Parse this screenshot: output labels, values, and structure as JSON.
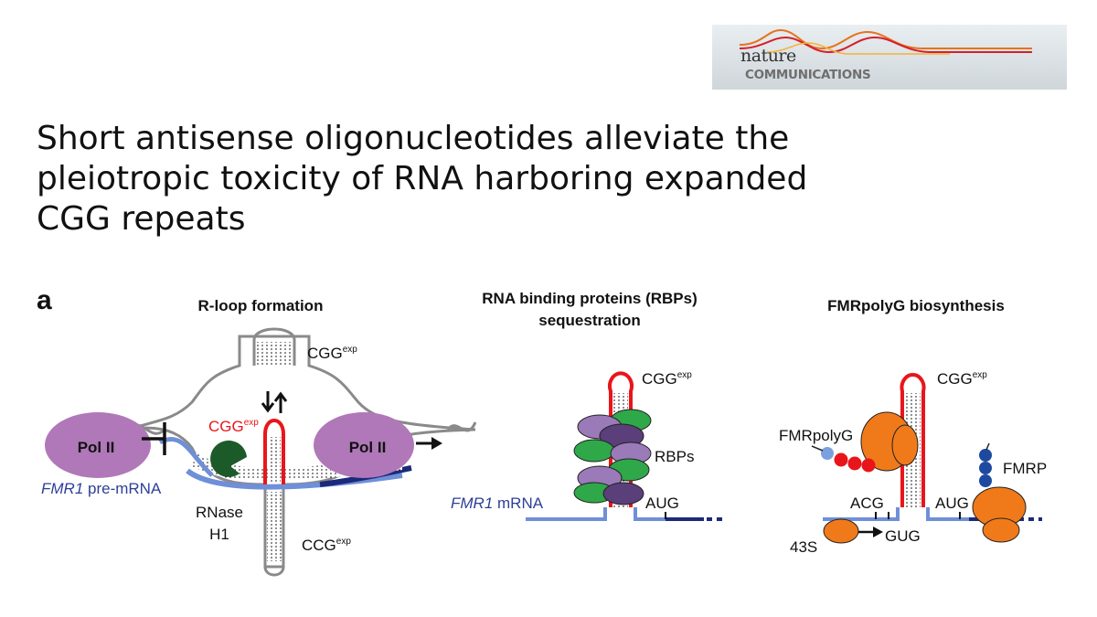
{
  "logo": {
    "line1": "nature",
    "line2": "COMMUNICATIONS"
  },
  "title": {
    "line1": "Short antisense oligonucleotides alleviate the",
    "line2": "pleiotropic toxicity of RNA harboring expanded",
    "line3": "CGG repeats"
  },
  "figure": {
    "panel_letter": "a",
    "panel1": {
      "heading": "R-loop formation",
      "pol_left": "Pol II",
      "pol_right": "Pol II",
      "cgg_top": "CGG",
      "cgg_top_sup": "exp",
      "cgg_red": "CGG",
      "cgg_red_sup": "exp",
      "mrna_italic": "FMR1",
      "mrna_rest": " pre-mRNA",
      "rnase_line1": "RNase",
      "rnase_line2": "H1",
      "ccg": "CCG",
      "ccg_sup": "exp"
    },
    "panel2": {
      "heading_line1": "RNA binding proteins (RBPs)",
      "heading_line2": "sequestration",
      "cgg": "CGG",
      "cgg_sup": "exp",
      "rbps": "RBPs",
      "aug": "AUG",
      "mrna_italic": "FMR1",
      "mrna_rest": " mRNA"
    },
    "panel3": {
      "heading": "FMRpolyG biosynthesis",
      "cgg": "CGG",
      "cgg_sup": "exp",
      "fmrpolyg": "FMRpolyG",
      "fmrp": "FMRP",
      "acg": "ACG",
      "aug": "AUG",
      "gug": "GUG",
      "s43": "43S"
    }
  },
  "colors": {
    "red": "#e8161b",
    "purple": "#b078b8",
    "orange": "#f07a1a",
    "mrna_light": "#6f8fd8",
    "mrna_dark": "#1b2a7a",
    "gray": "#8a8a8a",
    "navy": "#1d4aa0"
  }
}
